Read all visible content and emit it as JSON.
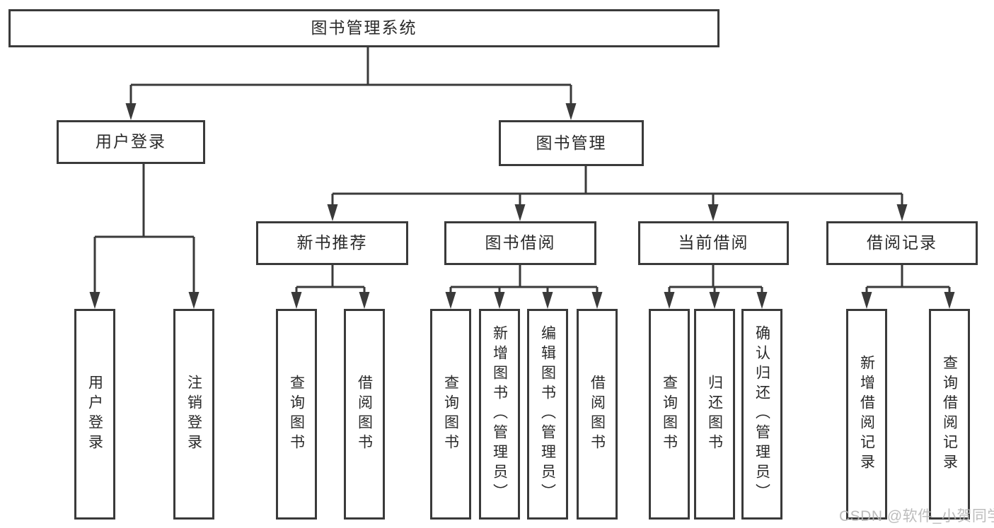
{
  "diagram": {
    "type": "tree",
    "title": "图书管理系统",
    "root": {
      "label": "图书管理系统"
    },
    "level2": [
      {
        "label": "用户登录",
        "parent": "图书管理系统"
      },
      {
        "label": "图书管理",
        "parent": "图书管理系统"
      }
    ],
    "level3": [
      {
        "label": "新书推荐",
        "parent": "图书管理"
      },
      {
        "label": "图书借阅",
        "parent": "图书管理"
      },
      {
        "label": "当前借阅",
        "parent": "图书管理"
      },
      {
        "label": "借阅记录",
        "parent": "图书管理"
      }
    ],
    "leaves": [
      {
        "label": "用户登录",
        "parent": "用户登录"
      },
      {
        "label": "注销登录",
        "parent": "用户登录"
      },
      {
        "label": "查询图书",
        "parent": "新书推荐"
      },
      {
        "label": "借阅图书",
        "parent": "新书推荐"
      },
      {
        "label": "查询图书",
        "parent": "图书借阅"
      },
      {
        "label": "新增图书（管理员）",
        "parent": "图书借阅"
      },
      {
        "label": "编辑图书（管理员）",
        "parent": "图书借阅"
      },
      {
        "label": "借阅图书",
        "parent": "图书借阅"
      },
      {
        "label": "查询图书",
        "parent": "当前借阅"
      },
      {
        "label": "归还图书",
        "parent": "当前借阅"
      },
      {
        "label": "确认归还（管理员）",
        "parent": "当前借阅"
      },
      {
        "label": "新增借阅记录",
        "parent": "借阅记录"
      },
      {
        "label": "查询借阅记录",
        "parent": "借阅记录"
      }
    ]
  },
  "watermark": {
    "text": "CSDN @软件_小贺同学"
  },
  "colors": {
    "line": "#3a3a3a",
    "text": "#2a2a2a",
    "background": "#ffffff",
    "watermark": "#b5b5b5"
  }
}
